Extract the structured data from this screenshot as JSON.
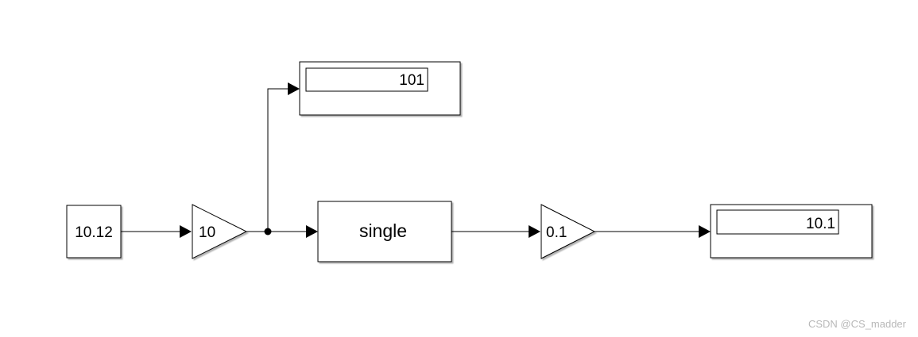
{
  "blocks": {
    "constant": {
      "value": "10.12"
    },
    "gain_1": {
      "value": "10"
    },
    "display_top": {
      "value": "101"
    },
    "data_type_conversion": {
      "label": "single"
    },
    "gain_2": {
      "value": "0.1"
    },
    "display_right": {
      "value": "10.1"
    }
  },
  "watermark": "CSDN @CS_madder"
}
